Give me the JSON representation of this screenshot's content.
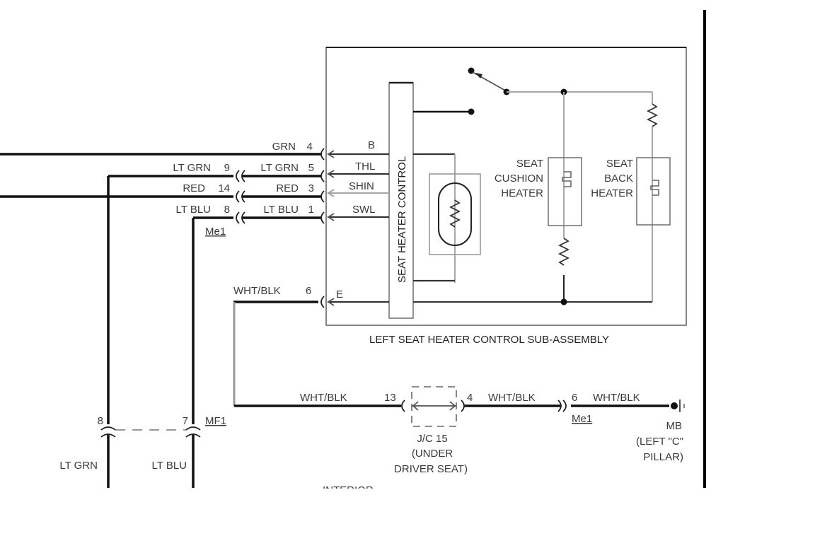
{
  "diagram": {
    "title": "LEFT SEAT HEATER CONTROL SUB-ASSEMBLY",
    "control_label": "SEAT HEATER CONTROL",
    "left_wires": [
      {
        "color": "GRN",
        "pin": "4"
      },
      {
        "color": "LT GRN",
        "pin": "9"
      },
      {
        "color": "RED",
        "pin": "14"
      },
      {
        "color": "LT BLU",
        "pin": "8"
      }
    ],
    "connector_wires": [
      {
        "color": "LT GRN",
        "pin": "5"
      },
      {
        "color": "RED",
        "pin": "3"
      },
      {
        "color": "LT BLU",
        "pin": "1"
      }
    ],
    "terminals": [
      "B",
      "THL",
      "SHIN",
      "SWL",
      "E"
    ],
    "connector_me1": "Me1",
    "ground_wire": {
      "color": "WHT/BLK",
      "pin": "6"
    },
    "cushion_heater": [
      "SEAT",
      "CUSHION",
      "HEATER"
    ],
    "back_heater": [
      "SEAT",
      "BACK",
      "HEATER"
    ],
    "bottom": {
      "wire1": {
        "color": "WHT/BLK",
        "pin": "13"
      },
      "junction": [
        "J/C 15",
        "(UNDER",
        "DRIVER SEAT)"
      ],
      "wire2": {
        "color": "WHT/BLK",
        "pin": "4"
      },
      "wire3": {
        "color": "WHT/BLK",
        "pin": "6"
      },
      "connector_me1_bottom": "Me1",
      "ground": [
        "MB",
        "(LEFT \"C\"",
        "PILLAR)"
      ],
      "mf1": {
        "label": "MF1",
        "pin_left": "8",
        "pin_right": "7"
      },
      "lower_wires": [
        "LT GRN",
        "LT BLU"
      ],
      "cut_text": "INTERIOR"
    }
  }
}
